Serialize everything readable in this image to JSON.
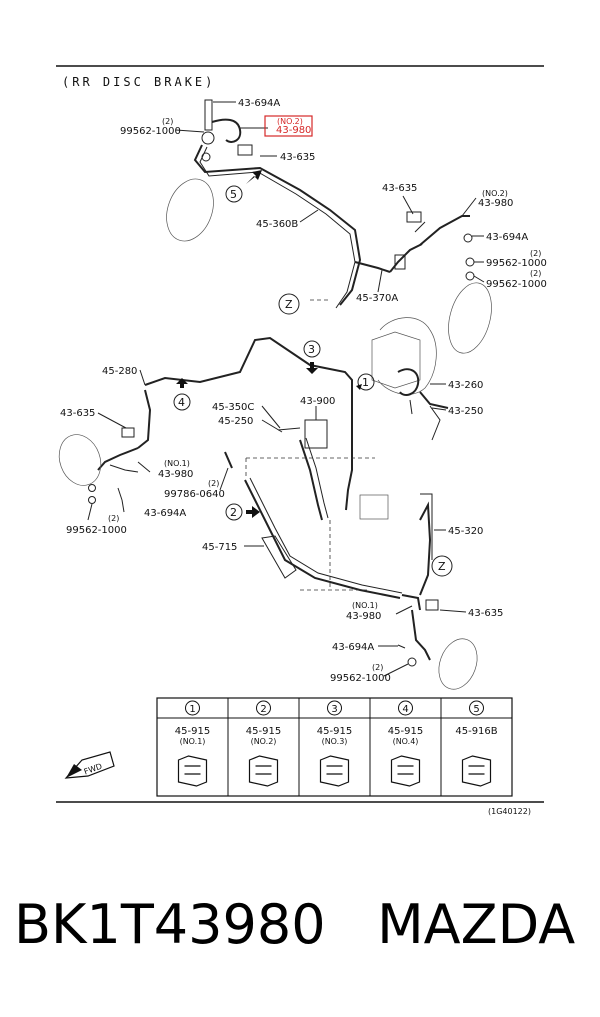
{
  "title": "(RR DISC BRAKE)",
  "figure_code": "(1G40122)",
  "fwd_label": "FWD",
  "caption": "BK1T43980   MAZDA",
  "highlight_color": "#d62828",
  "callouts": {
    "c1": "43-694A",
    "c2_qty": "(2)",
    "c2": "99562-1000",
    "c3_no": "(NO.2)",
    "c3": "43-980",
    "c4": "43-635",
    "c5": "45-360B",
    "c6": "43-635",
    "c7_no": "(NO.2)",
    "c7": "43-980",
    "c8": "43-694A",
    "c9_qty": "(2)",
    "c9": "99562-1000",
    "c10_qty": "(2)",
    "c10": "99562-1000",
    "c11": "45-370A",
    "c12": "45-280",
    "c13": "43-260",
    "c14": "43-250",
    "c15": "43-635",
    "c16": "45-350C",
    "c17": "45-250",
    "c18": "43-900",
    "c19_no": "(NO.1)",
    "c19": "43-980",
    "c20_qty": "(2)",
    "c20": "99786-0640",
    "c21_qty": "(2)",
    "c21": "43-694A",
    "c22": "99562-1000",
    "c23": "45-320",
    "c24": "45-715",
    "c25_no": "(NO.1)",
    "c25": "43-980",
    "c26": "43-635",
    "c27": "43-694A",
    "c28_qty": "(2)",
    "c28": "99562-1000"
  },
  "markers": {
    "m1": "1",
    "m2": "2",
    "m3": "3",
    "m4": "4",
    "m5": "5",
    "z1": "Z",
    "z2": "Z"
  },
  "table": [
    {
      "num": "1",
      "part": "45-915",
      "sub": "(NO.1)"
    },
    {
      "num": "2",
      "part": "45-915",
      "sub": "(NO.2)"
    },
    {
      "num": "3",
      "part": "45-915",
      "sub": "(NO.3)"
    },
    {
      "num": "4",
      "part": "45-915",
      "sub": "(NO.4)"
    },
    {
      "num": "5",
      "part": "45-916B",
      "sub": ""
    }
  ]
}
